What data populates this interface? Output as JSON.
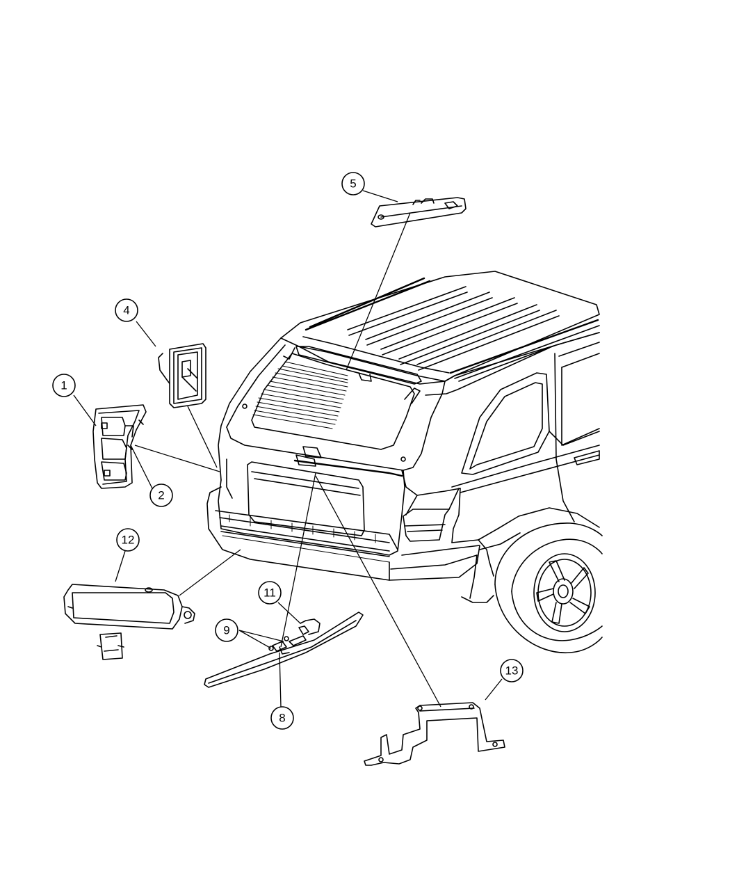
{
  "callouts": {
    "c1": "1",
    "c2": "2",
    "c4": "4",
    "c5": "5",
    "c8": "8",
    "c9": "9",
    "c11": "11",
    "c12": "12",
    "c13": "13"
  },
  "colors": {
    "line": "#000000",
    "background": "#ffffff"
  }
}
